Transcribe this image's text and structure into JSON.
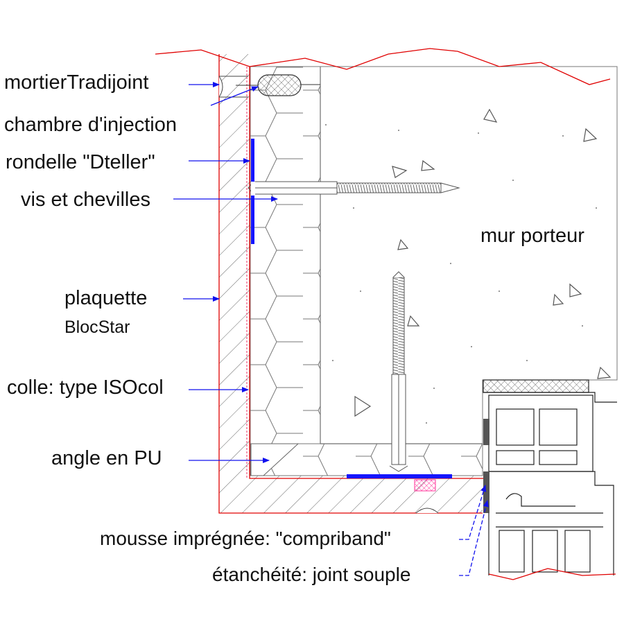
{
  "labels": {
    "mortier": "mortierTradijoint",
    "chambre": "chambre d'injection",
    "rondelle": "rondelle \"Dteller\"",
    "vis": "vis et chevilles",
    "mur": "mur porteur",
    "plaquette_1": "plaquette",
    "plaquette_2": "BlocStar",
    "colle": "colle: type ISOcol",
    "angle": "angle en PU",
    "mousse": "mousse imprégnée: \"compriband\"",
    "etancheite": "étanchéité: joint souple"
  },
  "colors": {
    "outline_red": "#e00000",
    "leader_blue": "#1010ee",
    "washer_blue": "#1515ff",
    "hatch_grey": "#6a6a6a",
    "seal_pink": "#ff44aa"
  }
}
